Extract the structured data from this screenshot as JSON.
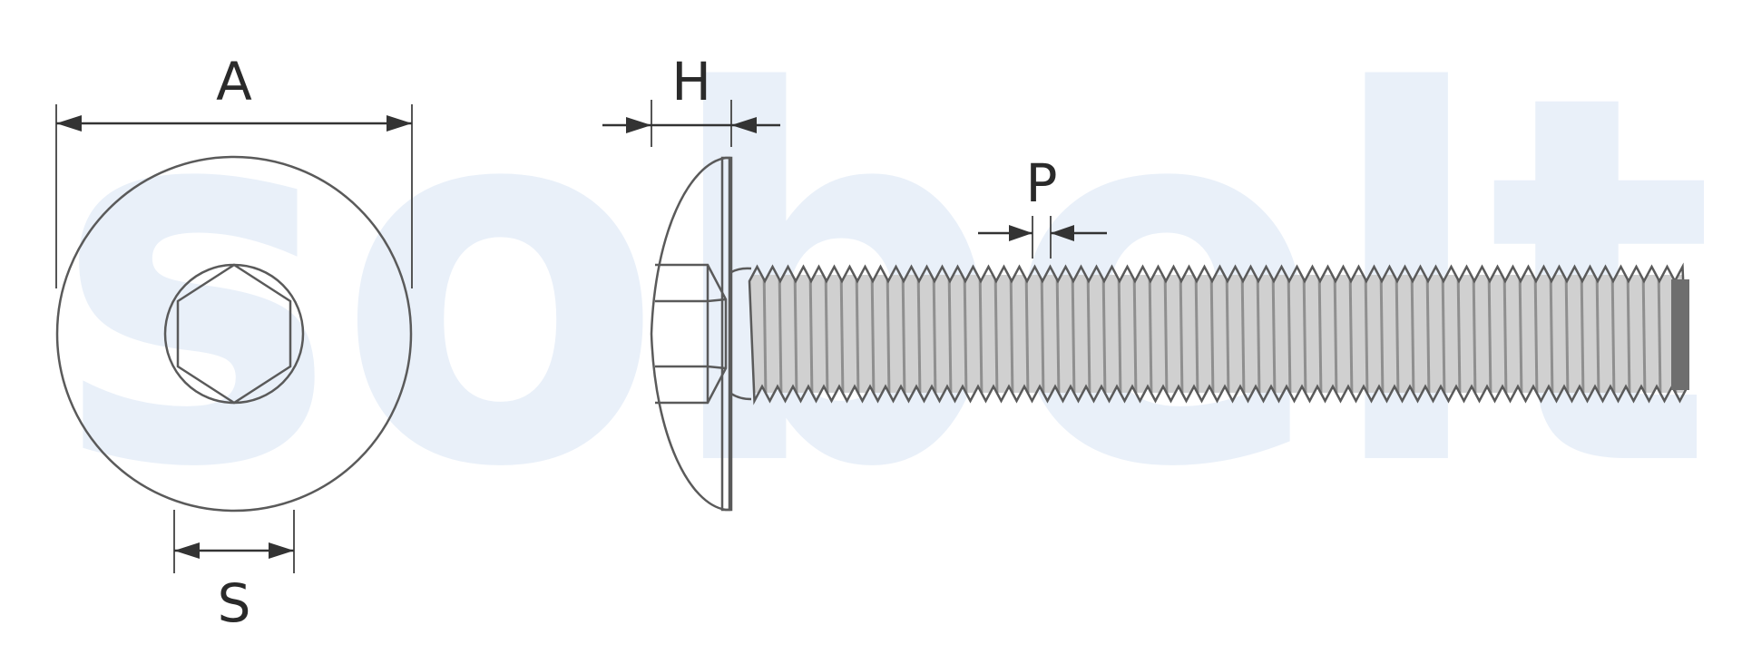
{
  "watermark": {
    "text": "sobelt",
    "color": "#e9f0f9"
  },
  "labels": {
    "head_diameter": "A",
    "hex_socket_size": "S",
    "head_height": "H",
    "thread_pitch": "P"
  },
  "icons": {
    "head_view": "hex-socket-head-top-view",
    "side_view": "bolt-side-view"
  },
  "colors": {
    "line": "#5a5a5a",
    "thread_fill": "#c9c9c9",
    "thread_line": "#8d8d8d"
  }
}
